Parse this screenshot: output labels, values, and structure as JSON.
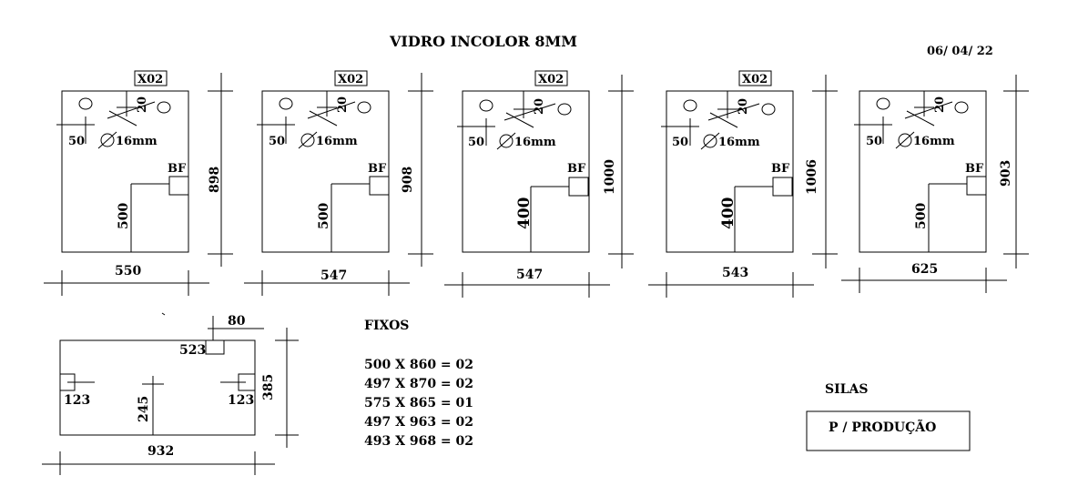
{
  "title": "VIDRO INCOLOR 8MM",
  "date": "06/ 04/ 22",
  "panels": [
    {
      "tag": "X02",
      "width": "550",
      "height": "898",
      "bf_label": "BF",
      "bf_height": "500",
      "hole_offset_x": "50",
      "hole_offset_y": "20",
      "hole_diameter": "16mm"
    },
    {
      "tag": "X02",
      "width": "547",
      "height": "908",
      "bf_label": "BF",
      "bf_height": "500",
      "hole_offset_x": "50",
      "hole_offset_y": "20",
      "hole_diameter": "16mm"
    },
    {
      "tag": "X02",
      "width": "547",
      "height": "1000",
      "bf_label": "BF",
      "bf_height": "400",
      "hole_offset_x": "50",
      "hole_offset_y": "20",
      "hole_diameter": "16mm"
    },
    {
      "tag": "X02",
      "width": "543",
      "height": "1006",
      "bf_label": "BF",
      "bf_height": "400",
      "hole_offset_x": "50",
      "hole_offset_y": "20",
      "hole_diameter": "16mm"
    },
    {
      "tag": "",
      "width": "625",
      "height": "903",
      "bf_label": "BF",
      "bf_height": "500",
      "hole_offset_x": "50",
      "hole_offset_y": "20",
      "hole_diameter": "16mm"
    }
  ],
  "bottom_panel": {
    "width": "932",
    "height": "385",
    "top_notch_width": "80",
    "top_notch_offset": "523",
    "left_notch": "123",
    "right_notch": "123",
    "center_height": "245"
  },
  "fixos": {
    "heading": "FIXOS",
    "items": [
      "500 X 860 = 02",
      "497 X 870 = 02",
      "575 X 865 = 01",
      "497 X 963 = 02",
      "493 X 968 = 02"
    ]
  },
  "signature": "SILAS",
  "stamp": "P / PRODUÇÃO"
}
